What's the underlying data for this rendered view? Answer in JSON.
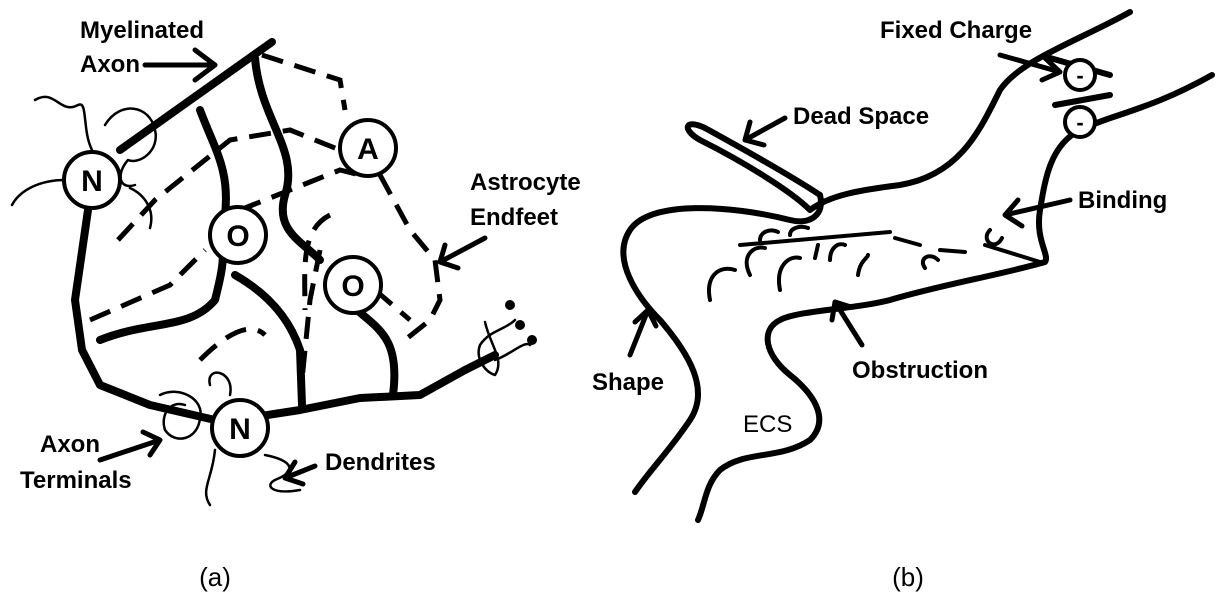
{
  "panel_a": {
    "caption": "(a)",
    "labels": {
      "myelinated_axon_line1": "Myelinated",
      "myelinated_axon_line2": "Axon",
      "astrocyte_line1": "Astrocyte",
      "astrocyte_line2": "Endfeet",
      "axon_terminals_line1": "Axon",
      "axon_terminals_line2": "Terminals",
      "dendrites": "Dendrites"
    },
    "cells": {
      "neuron_top": "N",
      "neuron_bottom": "N",
      "oligo_left": "O",
      "oligo_right": "O",
      "astrocyte": "A"
    }
  },
  "panel_b": {
    "caption": "(b)",
    "labels": {
      "fixed_charge": "Fixed Charge",
      "dead_space": "Dead Space",
      "binding": "Binding",
      "shape": "Shape",
      "obstruction": "Obstruction",
      "ecs": "ECS"
    },
    "charges": [
      "-",
      "-"
    ]
  }
}
